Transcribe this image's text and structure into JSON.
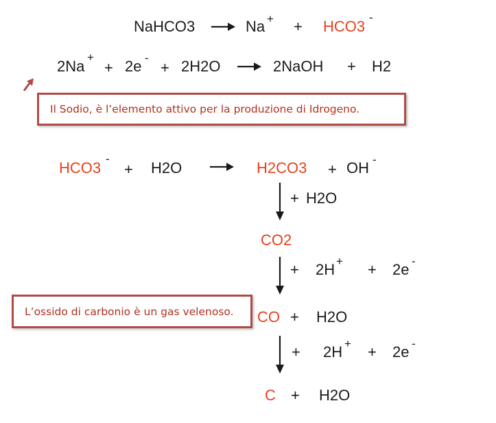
{
  "reaction1": {
    "reactant": "NaHCO3",
    "product1": "Na",
    "product1_charge": "+",
    "plus": "+",
    "product2": "HCO3",
    "product2_charge": "-"
  },
  "reaction2": {
    "coef_na": "2Na",
    "na_charge": "+",
    "plus1": "+",
    "electrons": "2e",
    "e_charge": "-",
    "plus2": "+",
    "water": "2H2O",
    "product1": "2NaOH",
    "plus3": "+",
    "product2": "H2"
  },
  "callout_sodium": "Il Sodio, è l’elemento attivo per la produzione di Idrogeno.",
  "reaction3": {
    "reactant1": "HCO3",
    "reactant1_charge": "-",
    "plus1": "+",
    "reactant2": "H2O",
    "product1": "H2CO3",
    "plus2": "+",
    "product2": "OH",
    "product2_charge": "-"
  },
  "step1": {
    "plus": "+",
    "reagent": "H2O"
  },
  "co2": "CO2",
  "step2": {
    "plus1": "+",
    "hydrogen": "2H",
    "h_charge": "+",
    "plus2": "+",
    "electrons": "2e",
    "e_charge": "-"
  },
  "co_line": {
    "co": "CO",
    "plus": "+",
    "water": "H2O"
  },
  "callout_co": "L’ossido di carbonio è un gas velenoso.",
  "step3": {
    "plus1": "+",
    "hydrogen": "2H",
    "h_charge": "+",
    "plus2": "+",
    "electrons": "2e",
    "e_charge": "-"
  },
  "c_line": {
    "c": "C",
    "plus": "+",
    "water": "H2O"
  },
  "colors": {
    "highlight": "#e8401c",
    "callout_border": "#b04a44",
    "callout_text": "#b03020"
  }
}
